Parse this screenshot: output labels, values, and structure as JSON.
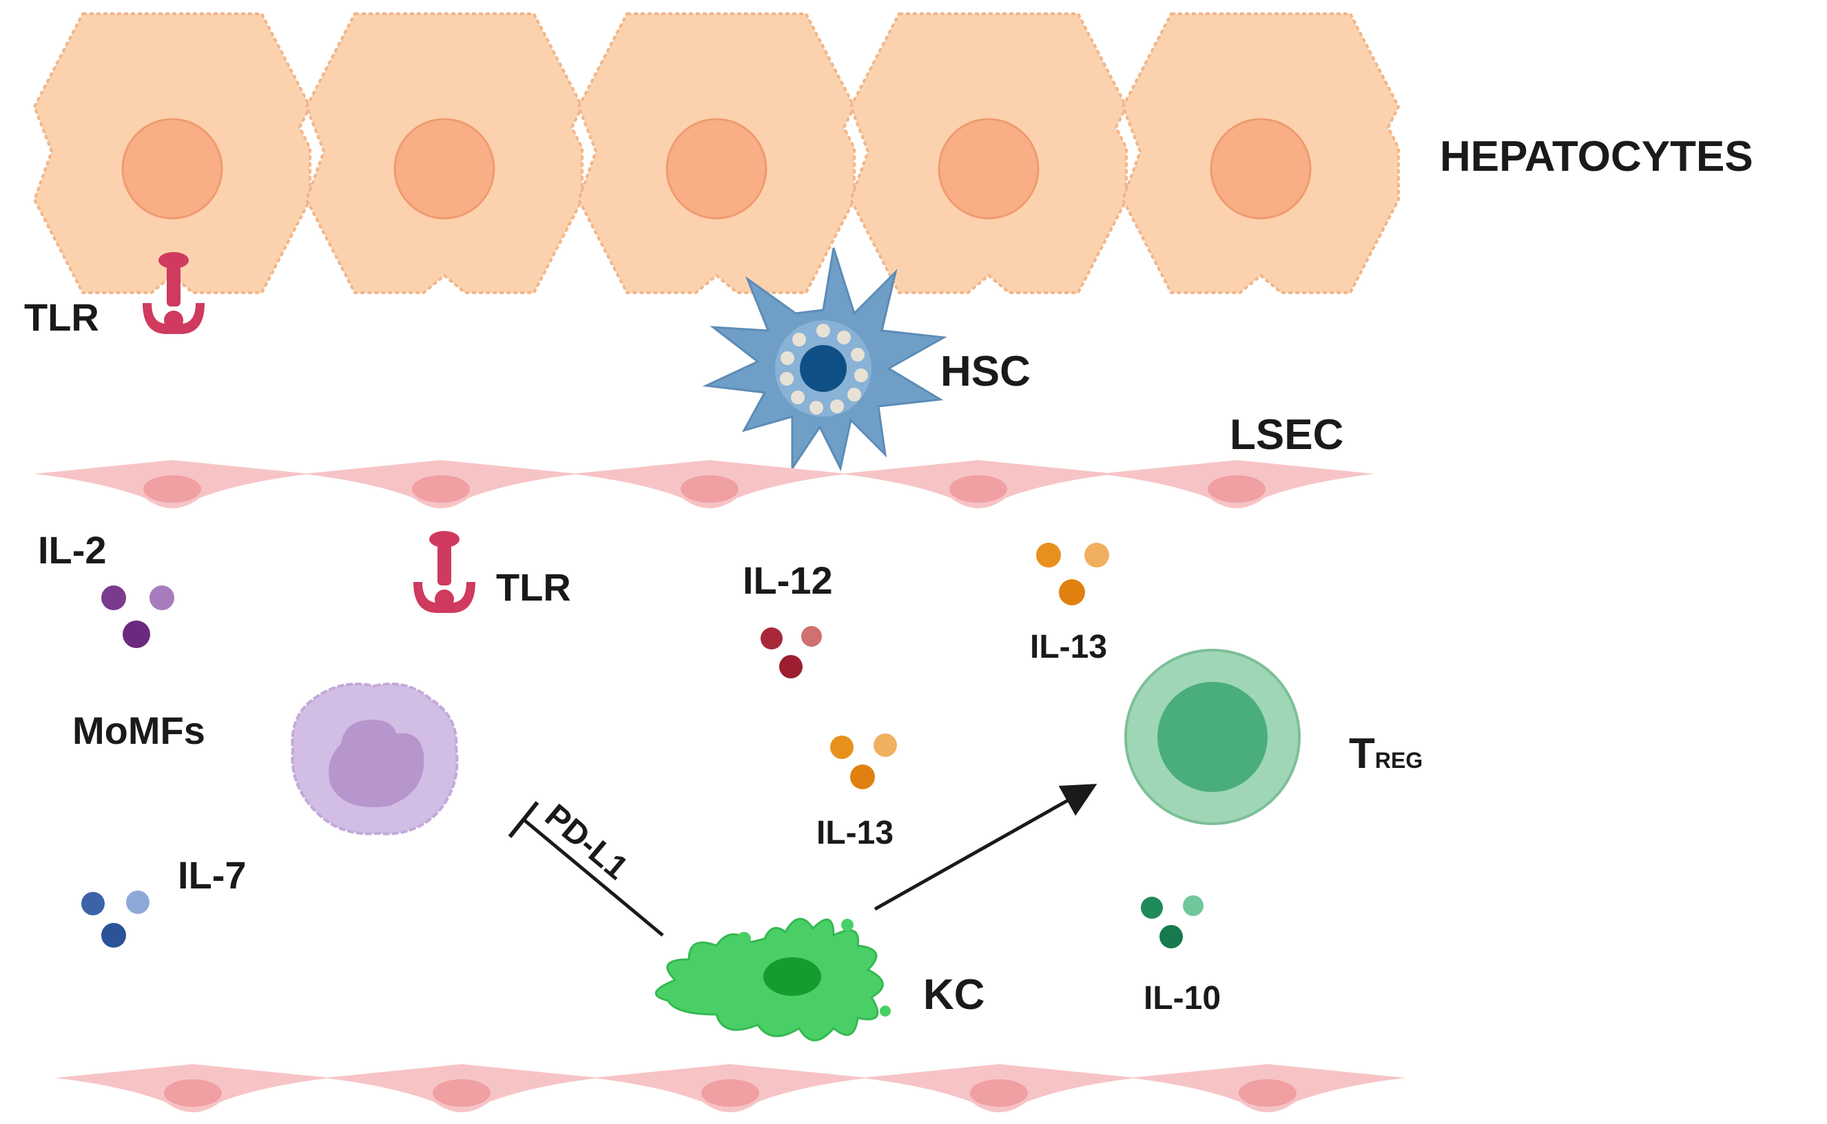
{
  "labels": {
    "hepatocytes": "HEPATOCYTES",
    "tlr_top": "TLR",
    "hsc": "HSC",
    "lsec": "LSEC",
    "il2": "IL-2",
    "tlr_mid": "TLR",
    "il12": "IL-12",
    "il13_top": "IL-13",
    "momfs": "MoMFs",
    "treg_main": "T",
    "treg_sub": "REG",
    "pdl1": "PD-L1",
    "il13_mid": "IL-13",
    "il7": "IL-7",
    "kc": "KC",
    "il10": "IL-10"
  },
  "colors": {
    "hepatocyte_fill": "#fcd2ae",
    "hepatocyte_edge": "#f0b68a",
    "hepatocyte_nucleus": "#f9ae85",
    "tlr": "#cf3a5e",
    "hsc_body": "#6f9ec6",
    "hsc_nucleus": "#0e4f86",
    "lsec": "#f7c4c6",
    "lsec_nucleus": "#f09fa3",
    "il2": "#7a3a8e",
    "il12": "#a8283a",
    "il13": "#e8901c",
    "il7": "#3c63a8",
    "il10": "#1f8a5a",
    "momf_body": "#d2bde5",
    "momf_nucleus": "#b795cd",
    "treg_body": "#9fd7b6",
    "treg_nucleus": "#4aae7c",
    "kc_body": "#49cf66",
    "kc_nucleus": "#149c2e",
    "arrow": "#1a1a1a"
  }
}
